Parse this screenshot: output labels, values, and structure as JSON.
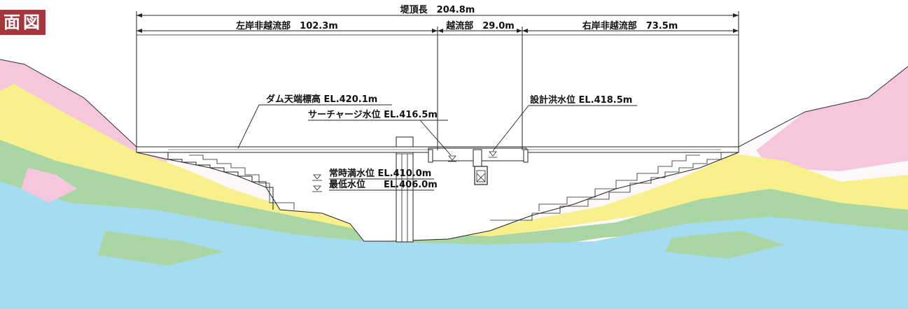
{
  "title": "面図",
  "dimensions": {
    "crest_length": "堤頂長　204.8m",
    "left_non_overflow": "左岸非越流部　102.3m",
    "overflow": "越流部　29.0m",
    "right_non_overflow": "右岸非越流部　73.5m"
  },
  "annotations": {
    "dam_crest": "ダム天端標高 EL.420.1m",
    "surcharge_level": "サーチャージ水位 EL.416.5m",
    "design_flood_level": "設計洪水位 EL.418.5m",
    "normal_water_level": "常時満水位 EL.410.0m",
    "minimum_water_level": "最低水位　　EL.406.0m"
  },
  "colors": {
    "title_bg": "#a6353c",
    "geology_blue": "#a6dcf2",
    "geology_green": "#a9d6a2",
    "geology_yellow": "#f7f08c",
    "geology_pink": "#f6c6dc"
  }
}
